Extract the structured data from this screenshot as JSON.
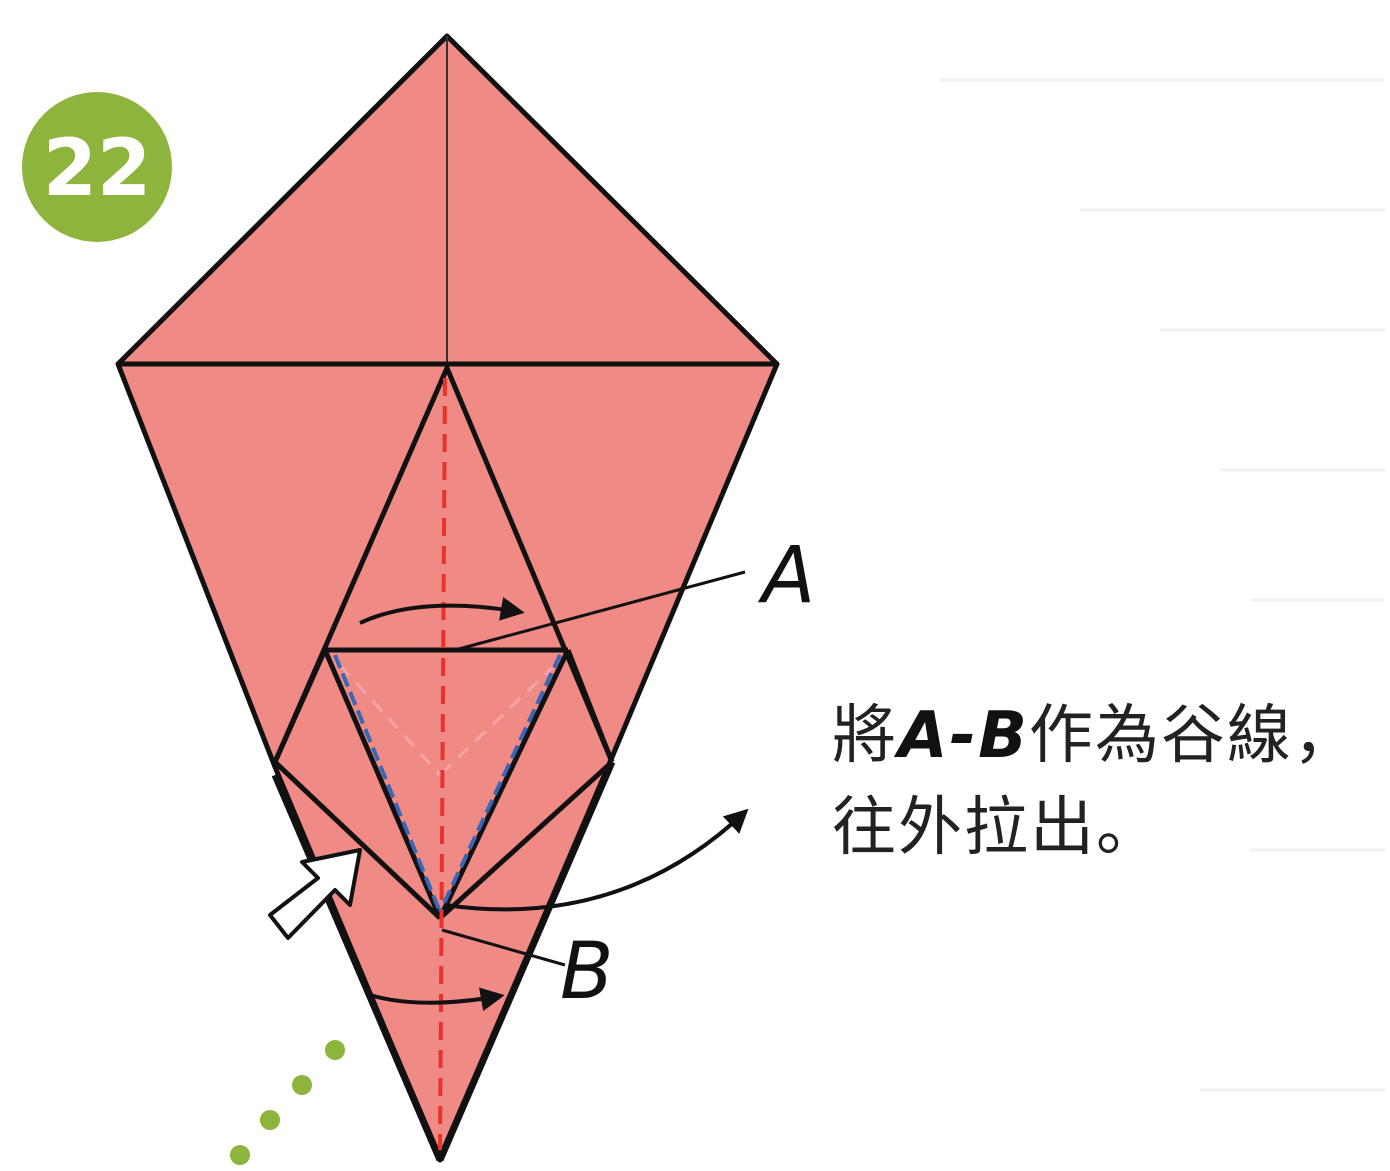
{
  "step": {
    "number": "22"
  },
  "labels": {
    "a": "A",
    "b": "B"
  },
  "instruction": {
    "line1_prefix": "將",
    "line1_ab": "A-B",
    "line1_suffix": "作為谷線，",
    "line2": "往外拉出。"
  },
  "colors": {
    "paper": "#f08a84",
    "outline": "#111111",
    "fold_line": "#e8332a",
    "badge": "#8db43c",
    "blue_fold": "#3a66b5"
  }
}
